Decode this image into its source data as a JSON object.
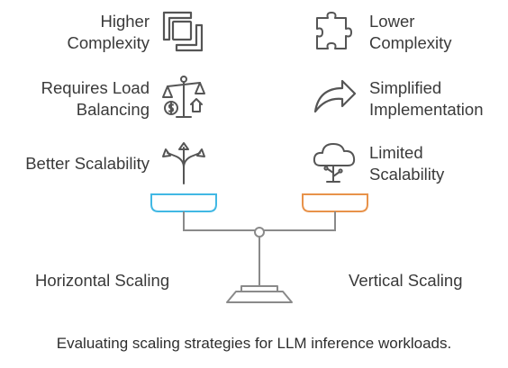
{
  "left_factors": [
    {
      "lines": [
        "Higher",
        "Complexity"
      ],
      "icon": "overlapping-squares-icon"
    },
    {
      "lines": [
        "Requires Load",
        "Balancing"
      ],
      "icon": "balance-scale-icon"
    },
    {
      "lines": [
        "Better Scalability"
      ],
      "icon": "diverging-arrows-icon"
    }
  ],
  "right_factors": [
    {
      "lines": [
        "Lower",
        "Complexity"
      ],
      "icon": "puzzle-piece-icon"
    },
    {
      "lines": [
        "Simplified",
        "Implementation"
      ],
      "icon": "curved-arrow-icon"
    },
    {
      "lines": [
        "Limited",
        "Scalability"
      ],
      "icon": "cloud-tree-icon"
    }
  ],
  "left_pan_label": "Horizontal Scaling",
  "right_pan_label": "Vertical Scaling",
  "caption": "Evaluating scaling strategies for LLM inference workloads.",
  "colors": {
    "left_pan": "#41b8e4",
    "right_pan": "#e8924a",
    "stroke": "#8a8a8a",
    "text": "#3a3a3a"
  }
}
